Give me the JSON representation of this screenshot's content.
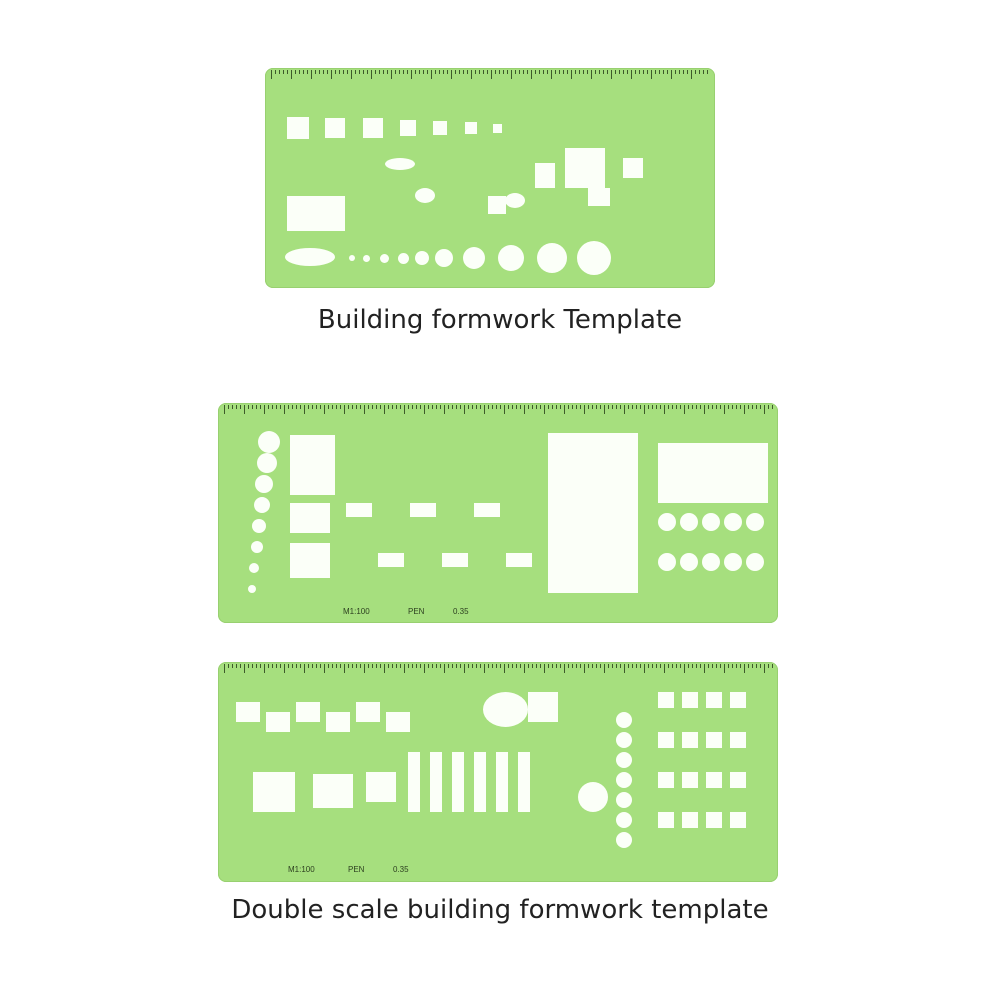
{
  "templates": [
    {
      "caption": "Building formwork Template"
    },
    {
      "scale_label": "M1:100",
      "pen_label": "PEN",
      "pen_size": "0.35"
    },
    {
      "scale_label": "M1:100",
      "pen_label": "PEN",
      "pen_size": "0.35"
    }
  ],
  "bottom_caption": "Double scale building formwork template",
  "colors": {
    "template_green": "#a6df7e",
    "cutout": "#fbfff8"
  }
}
